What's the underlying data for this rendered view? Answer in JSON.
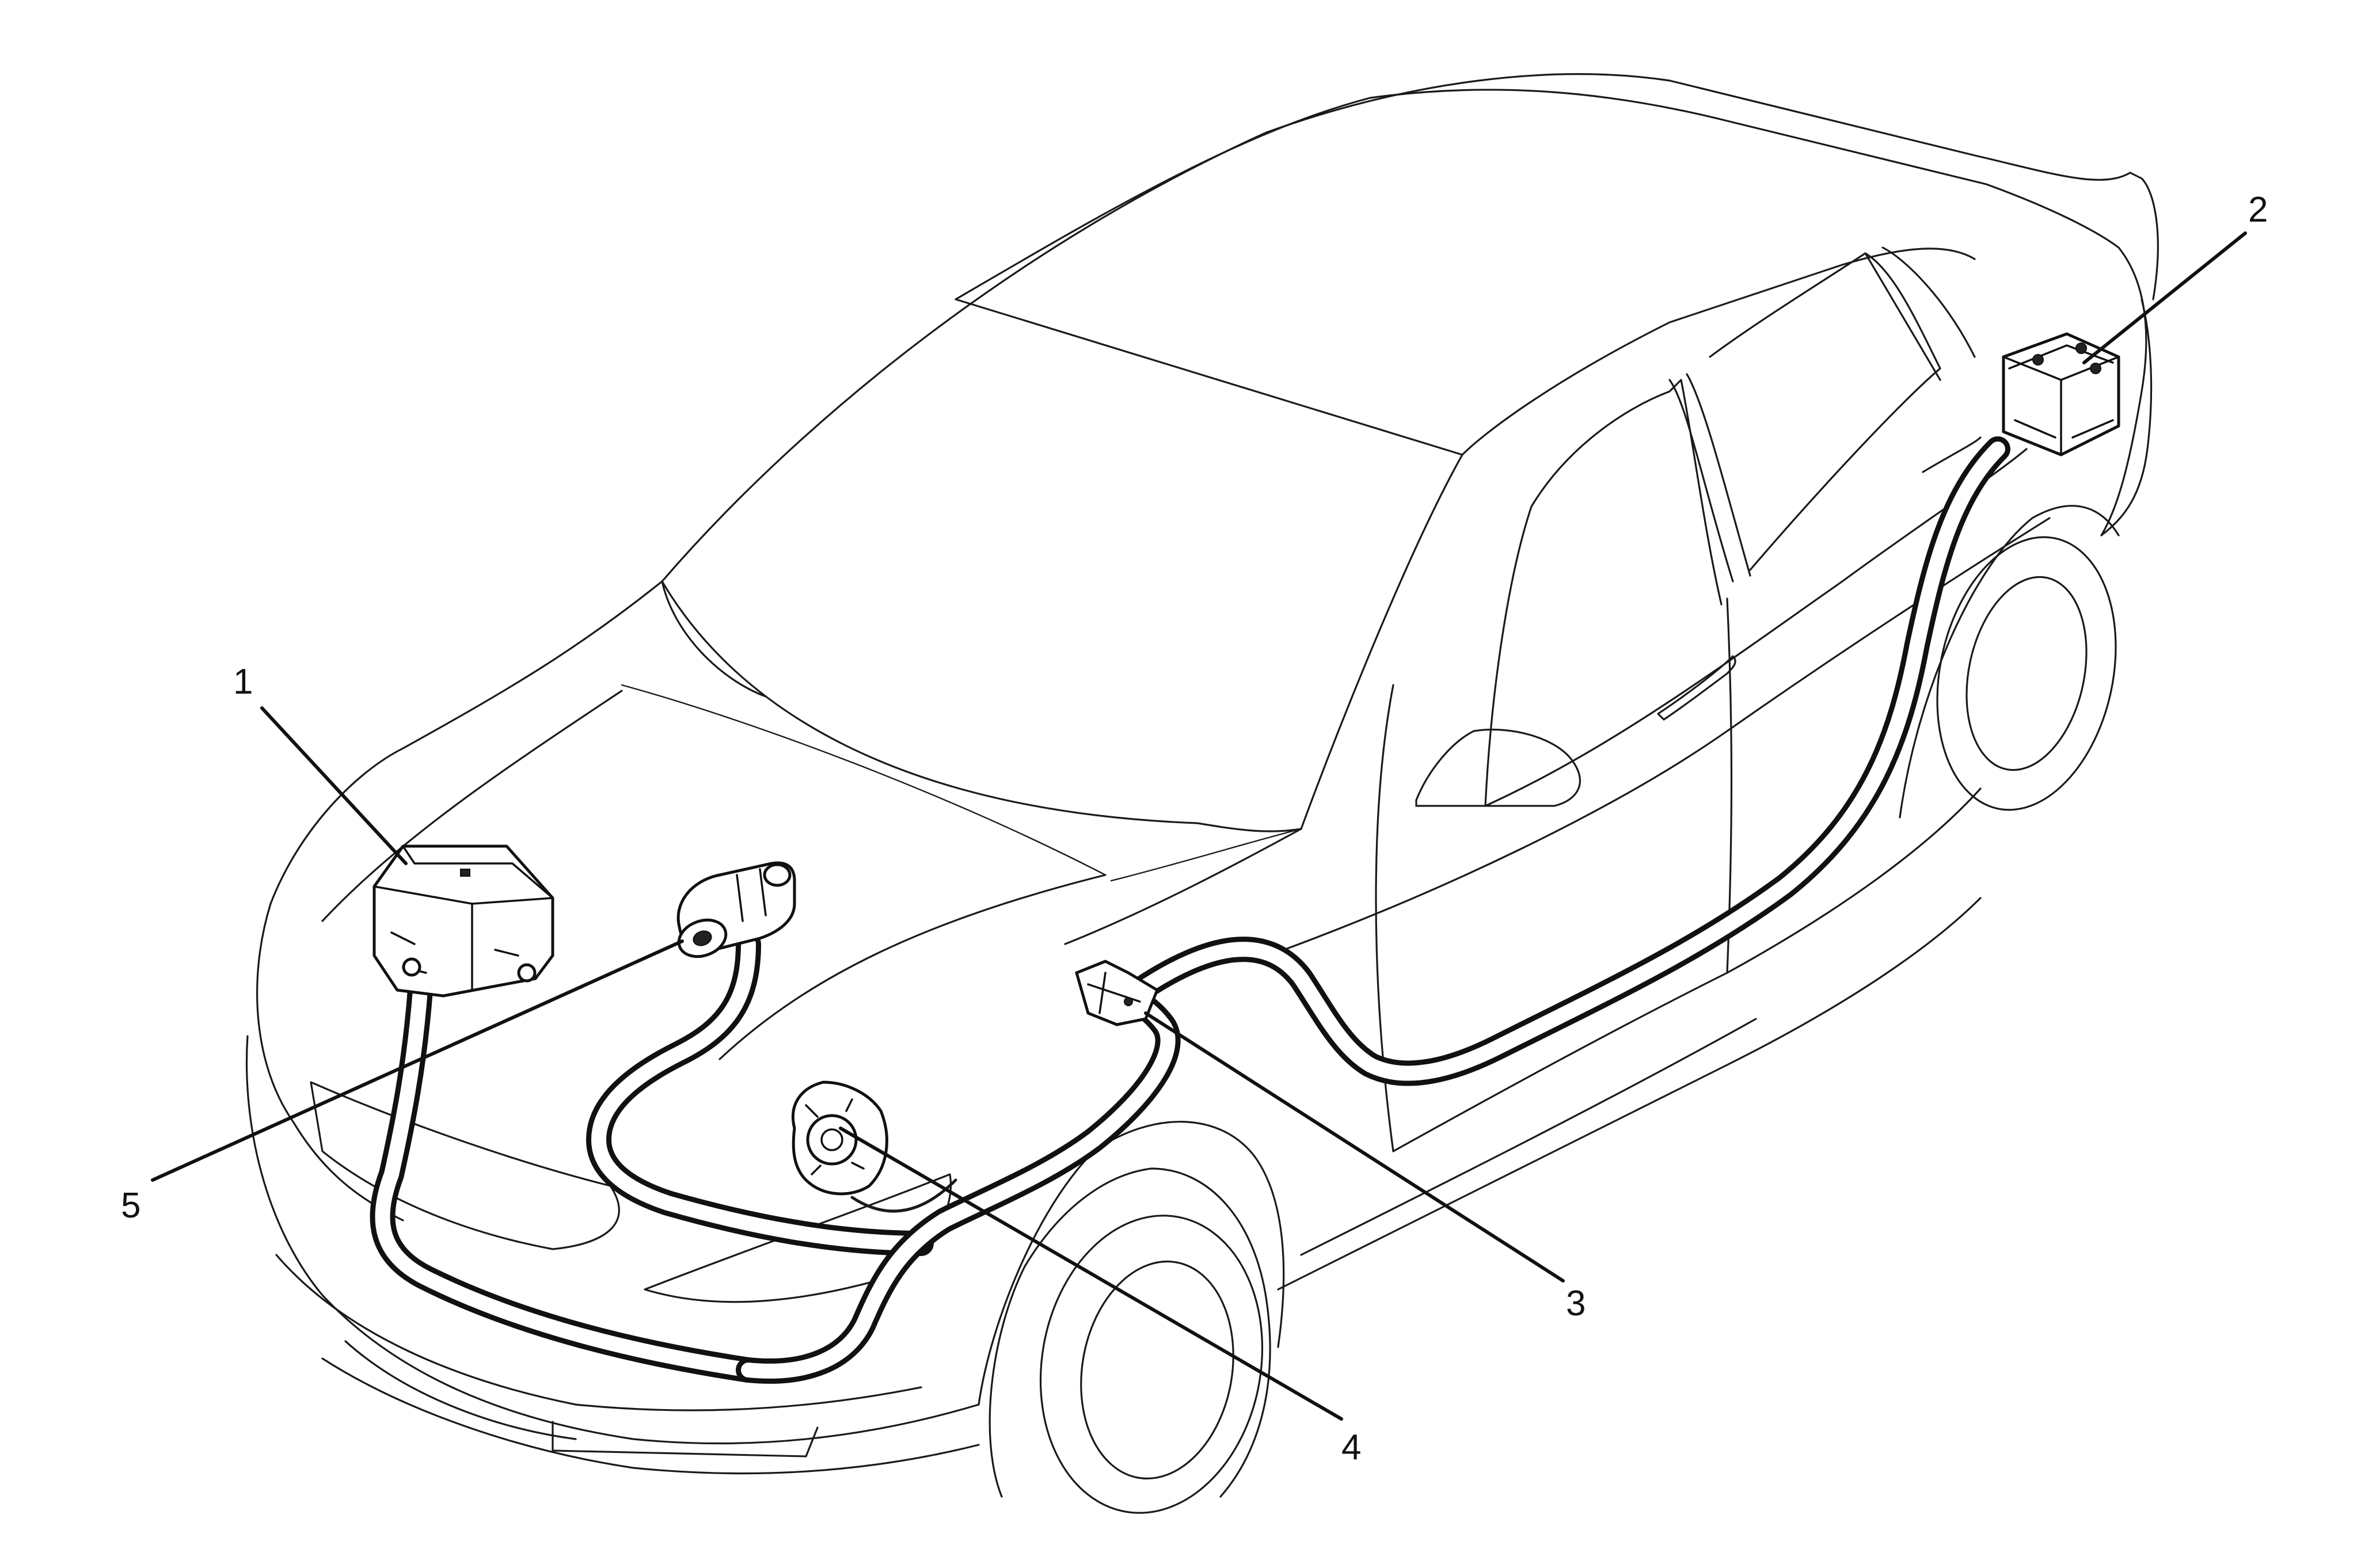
{
  "callouts": [
    {
      "id": "1",
      "label": "1",
      "icon": "fuse-block-icon"
    },
    {
      "id": "2",
      "label": "2",
      "icon": "battery-icon"
    },
    {
      "id": "3",
      "label": "3",
      "icon": "ground-terminal-icon"
    },
    {
      "id": "4",
      "label": "4",
      "icon": "generator-icon"
    },
    {
      "id": "5",
      "label": "5",
      "icon": "starter-motor-icon"
    }
  ],
  "colors": {
    "line": "#111111",
    "background": "#ffffff"
  }
}
